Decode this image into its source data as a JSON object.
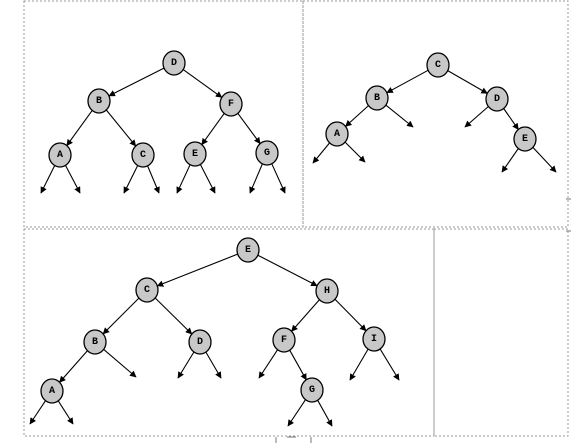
{
  "diagram": {
    "panels": [
      {
        "name": "panel-tree-d",
        "nodes": [
          {
            "id": "D",
            "label": "D"
          },
          {
            "id": "B",
            "label": "B"
          },
          {
            "id": "F",
            "label": "F"
          },
          {
            "id": "A",
            "label": "A"
          },
          {
            "id": "C",
            "label": "C"
          },
          {
            "id": "E",
            "label": "E"
          },
          {
            "id": "G",
            "label": "G"
          }
        ],
        "edges": [
          [
            "D",
            "B"
          ],
          [
            "D",
            "F"
          ],
          [
            "B",
            "A"
          ],
          [
            "B",
            "C"
          ],
          [
            "F",
            "E"
          ],
          [
            "F",
            "G"
          ]
        ],
        "null_children": [
          "A",
          "A",
          "C",
          "C",
          "E",
          "E",
          "G",
          "G"
        ]
      },
      {
        "name": "panel-tree-c",
        "nodes": [
          {
            "id": "C",
            "label": "C"
          },
          {
            "id": "B",
            "label": "B"
          },
          {
            "id": "D",
            "label": "D"
          },
          {
            "id": "A",
            "label": "A"
          },
          {
            "id": "E",
            "label": "E"
          }
        ],
        "edges": [
          [
            "C",
            "B"
          ],
          [
            "C",
            "D"
          ],
          [
            "B",
            "A"
          ],
          [
            "D",
            "E"
          ]
        ],
        "null_children": [
          "B",
          "D",
          "A",
          "A",
          "E",
          "E"
        ]
      },
      {
        "name": "panel-tree-e",
        "nodes": [
          {
            "id": "E",
            "label": "E"
          },
          {
            "id": "C",
            "label": "C"
          },
          {
            "id": "H",
            "label": "H"
          },
          {
            "id": "B",
            "label": "B"
          },
          {
            "id": "D",
            "label": "D"
          },
          {
            "id": "F",
            "label": "F"
          },
          {
            "id": "I",
            "label": "I"
          },
          {
            "id": "A",
            "label": "A"
          },
          {
            "id": "G",
            "label": "G"
          }
        ],
        "edges": [
          [
            "E",
            "C"
          ],
          [
            "E",
            "H"
          ],
          [
            "C",
            "B"
          ],
          [
            "C",
            "D"
          ],
          [
            "H",
            "F"
          ],
          [
            "H",
            "I"
          ],
          [
            "B",
            "A"
          ],
          [
            "F",
            "G"
          ]
        ],
        "null_children": [
          "B",
          "D",
          "D",
          "F",
          "I",
          "I",
          "A",
          "A",
          "G",
          "G"
        ]
      }
    ]
  }
}
